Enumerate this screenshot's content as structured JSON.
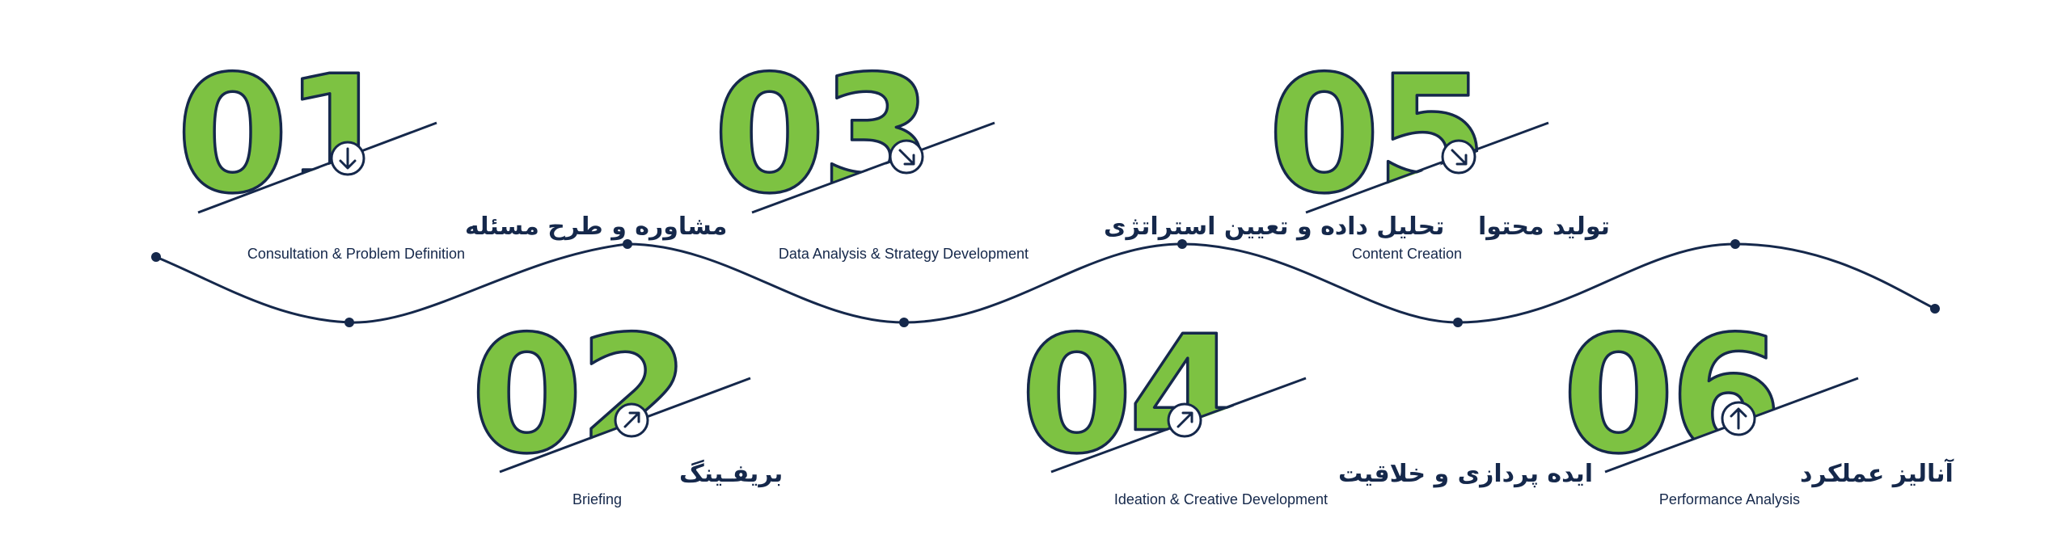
{
  "colors": {
    "accent": "#7dc242",
    "navy": "#15284b",
    "background": "#ffffff"
  },
  "steps": [
    {
      "number": "01",
      "title": "مشاوره و طرح مسئله",
      "subtitle": "Consultation & Problem Definition",
      "icon": "arrow-down-icon"
    },
    {
      "number": "02",
      "title": "بریفـینگ",
      "subtitle": "Briefing",
      "icon": "arrow-up-right-icon"
    },
    {
      "number": "03",
      "title": "تحلیل داده و تعیین استراتژی",
      "subtitle": "Data Analysis & Strategy Development",
      "icon": "arrow-down-right-icon"
    },
    {
      "number": "04",
      "title": "ایده پردازی و خلاقیت",
      "subtitle": "Ideation & Creative Development",
      "icon": "arrow-up-right-icon"
    },
    {
      "number": "05",
      "title": "تولید محتوا",
      "subtitle": "Content Creation",
      "icon": "arrow-down-right-icon"
    },
    {
      "number": "06",
      "title": "آنالیز عملکرد",
      "subtitle": "Performance Analysis",
      "icon": "arrow-up-icon"
    }
  ]
}
